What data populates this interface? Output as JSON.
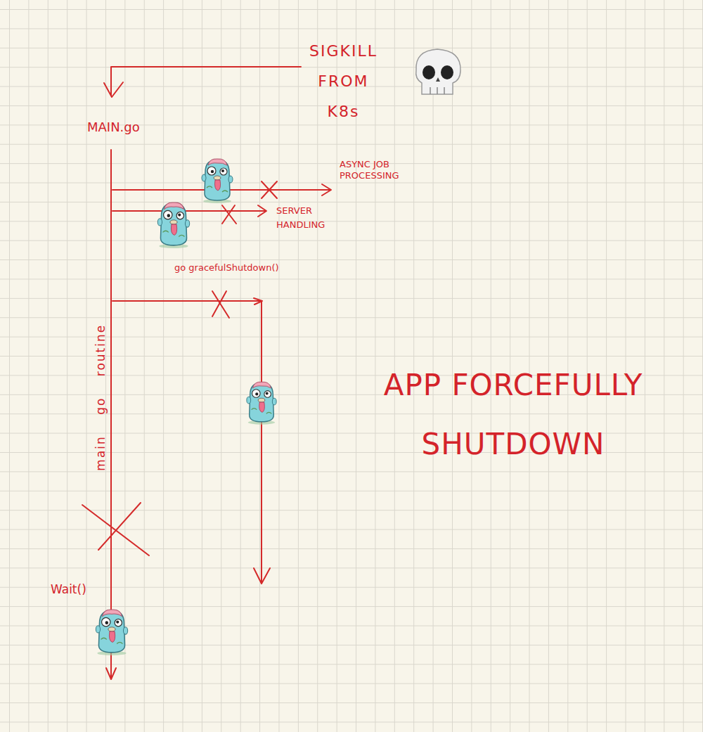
{
  "diagram": {
    "labels": [
      "SIGKILL FROM K8s",
      "MAIN.go",
      "ASYNC JOB PROCESSING",
      "SERVER HANDLING",
      "go gracefulShutdown()",
      "main go routine",
      "APP FORCEFULLY SHUTDOWN",
      "Wait()"
    ]
  }
}
